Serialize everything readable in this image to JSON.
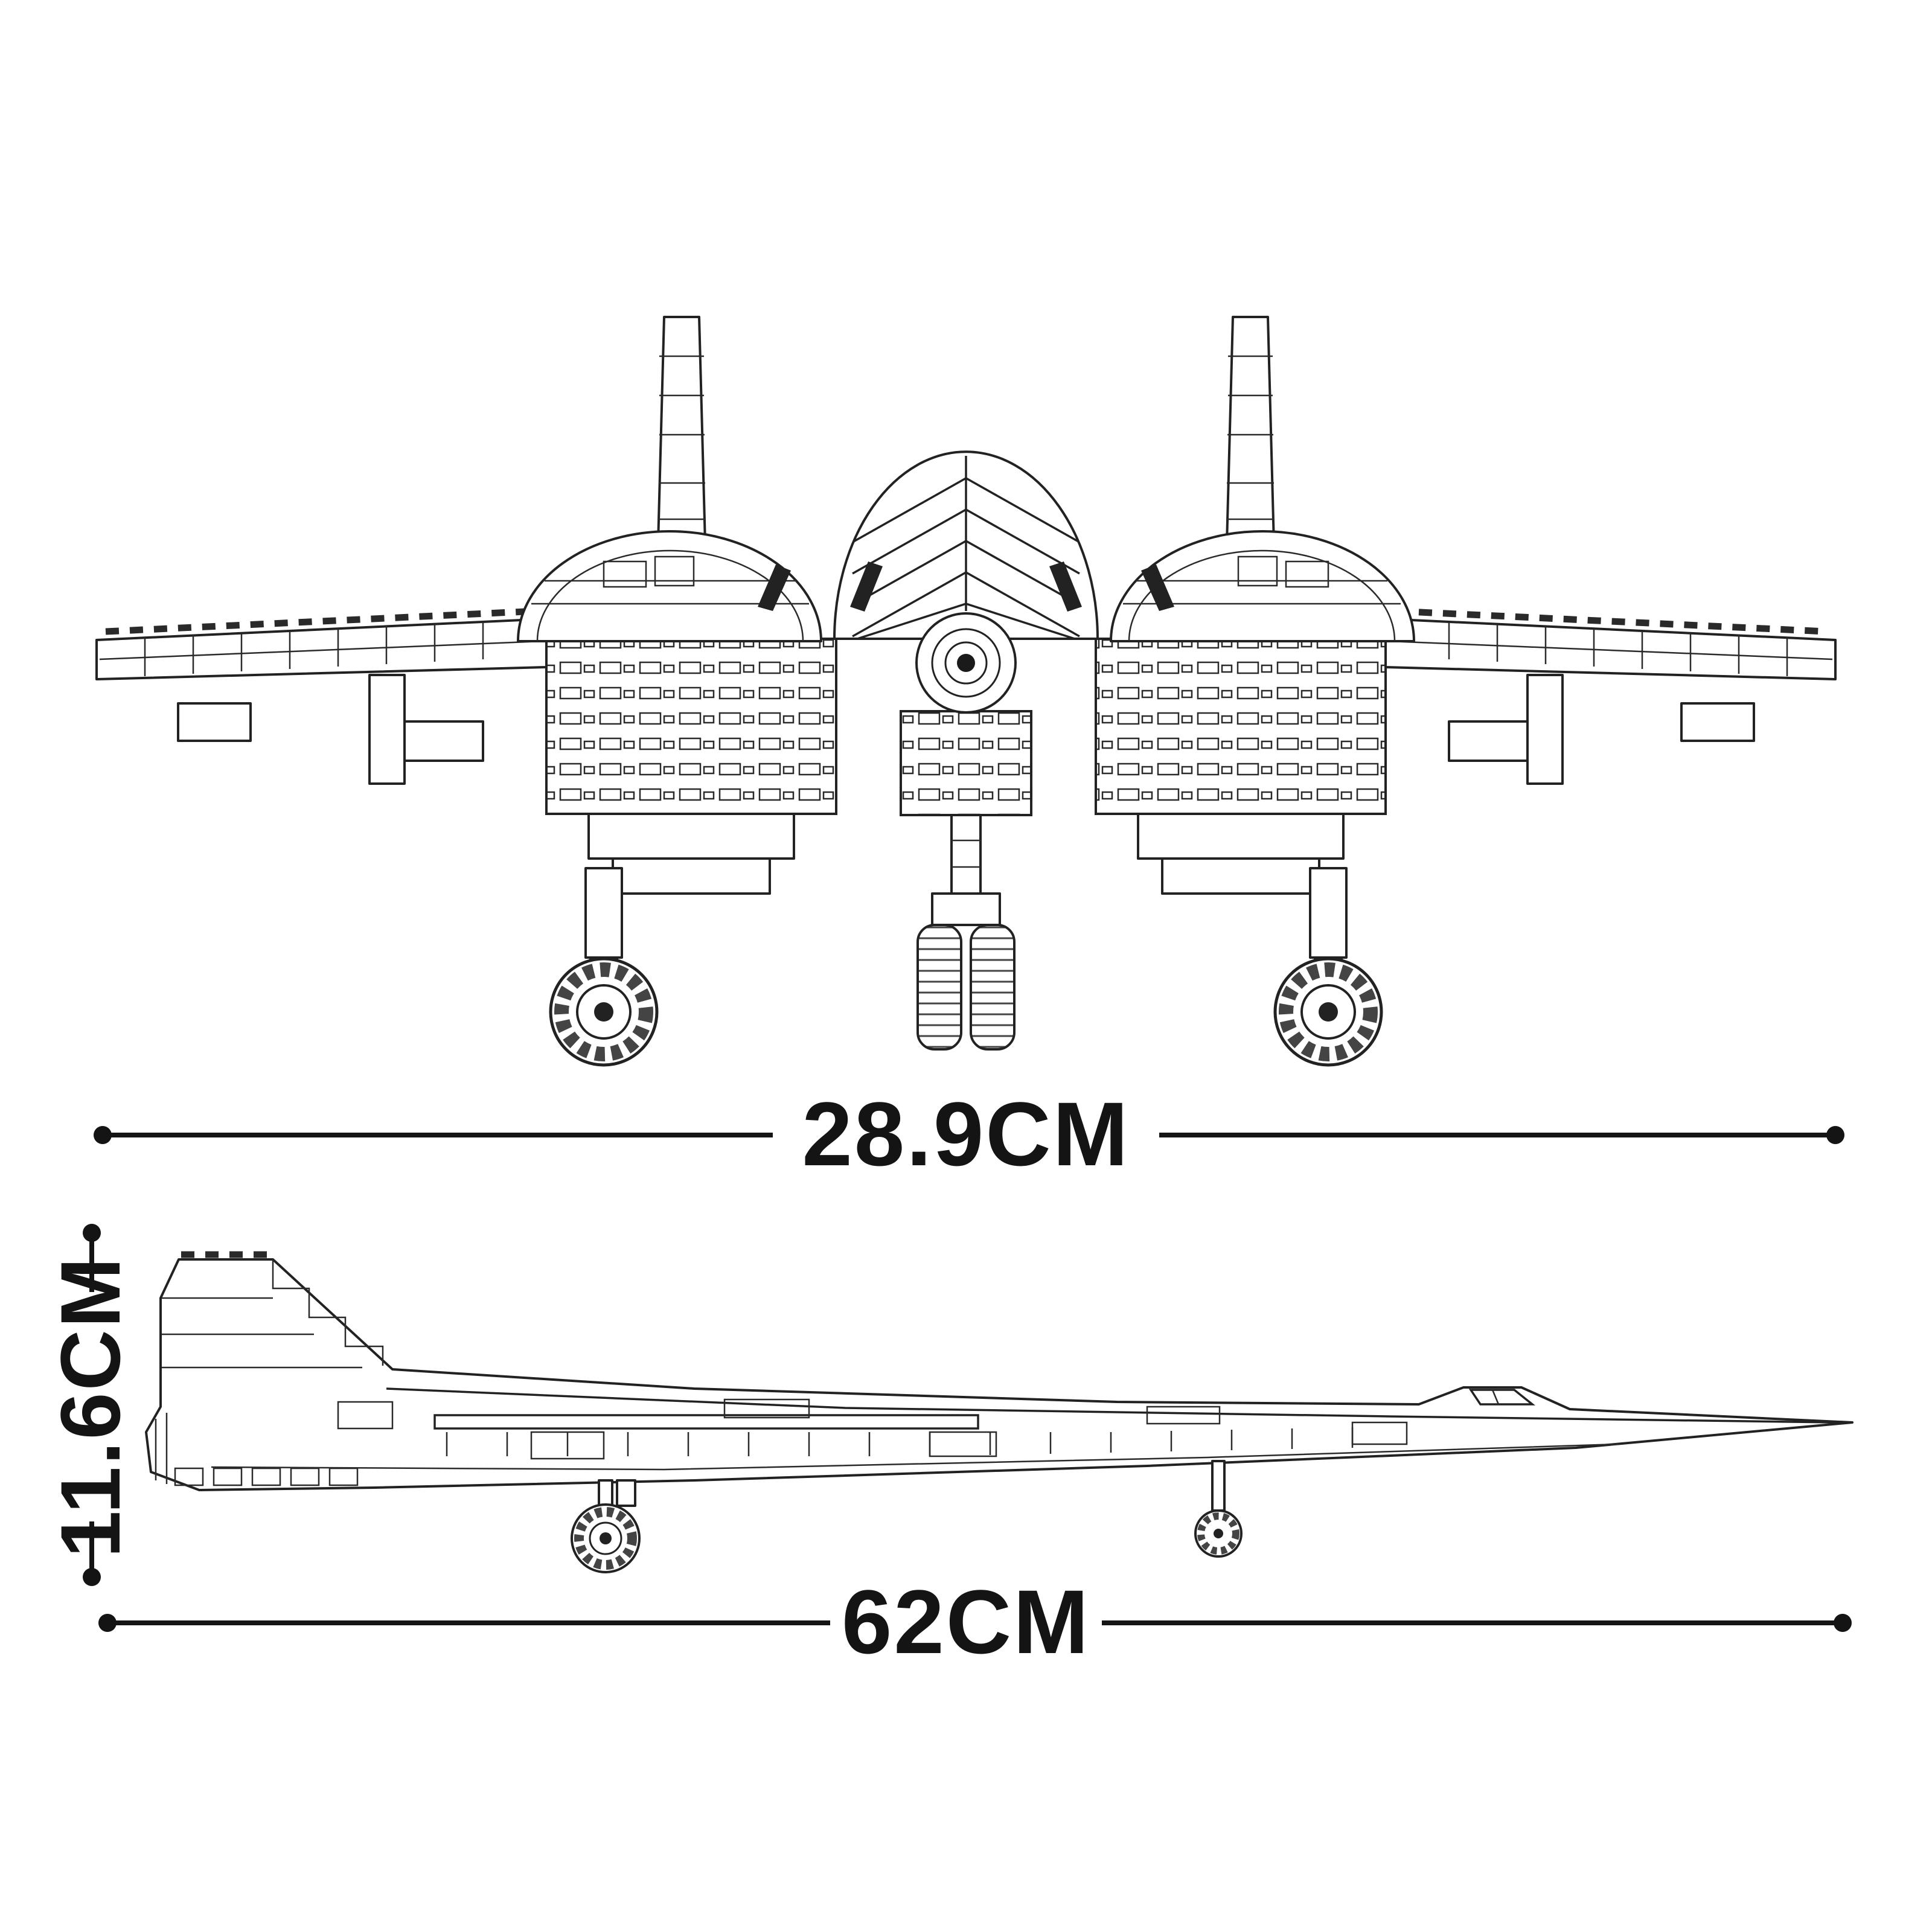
{
  "diagram": {
    "background": "#ffffff",
    "line_color": "#222222",
    "text_color": "#141414",
    "dimensions": {
      "width_label": "28.9CM",
      "height_label": "11.6CM",
      "length_label": "62CM"
    },
    "measurements": {
      "width_cm": 28.9,
      "height_cm": 11.6,
      "length_cm": 62
    }
  }
}
